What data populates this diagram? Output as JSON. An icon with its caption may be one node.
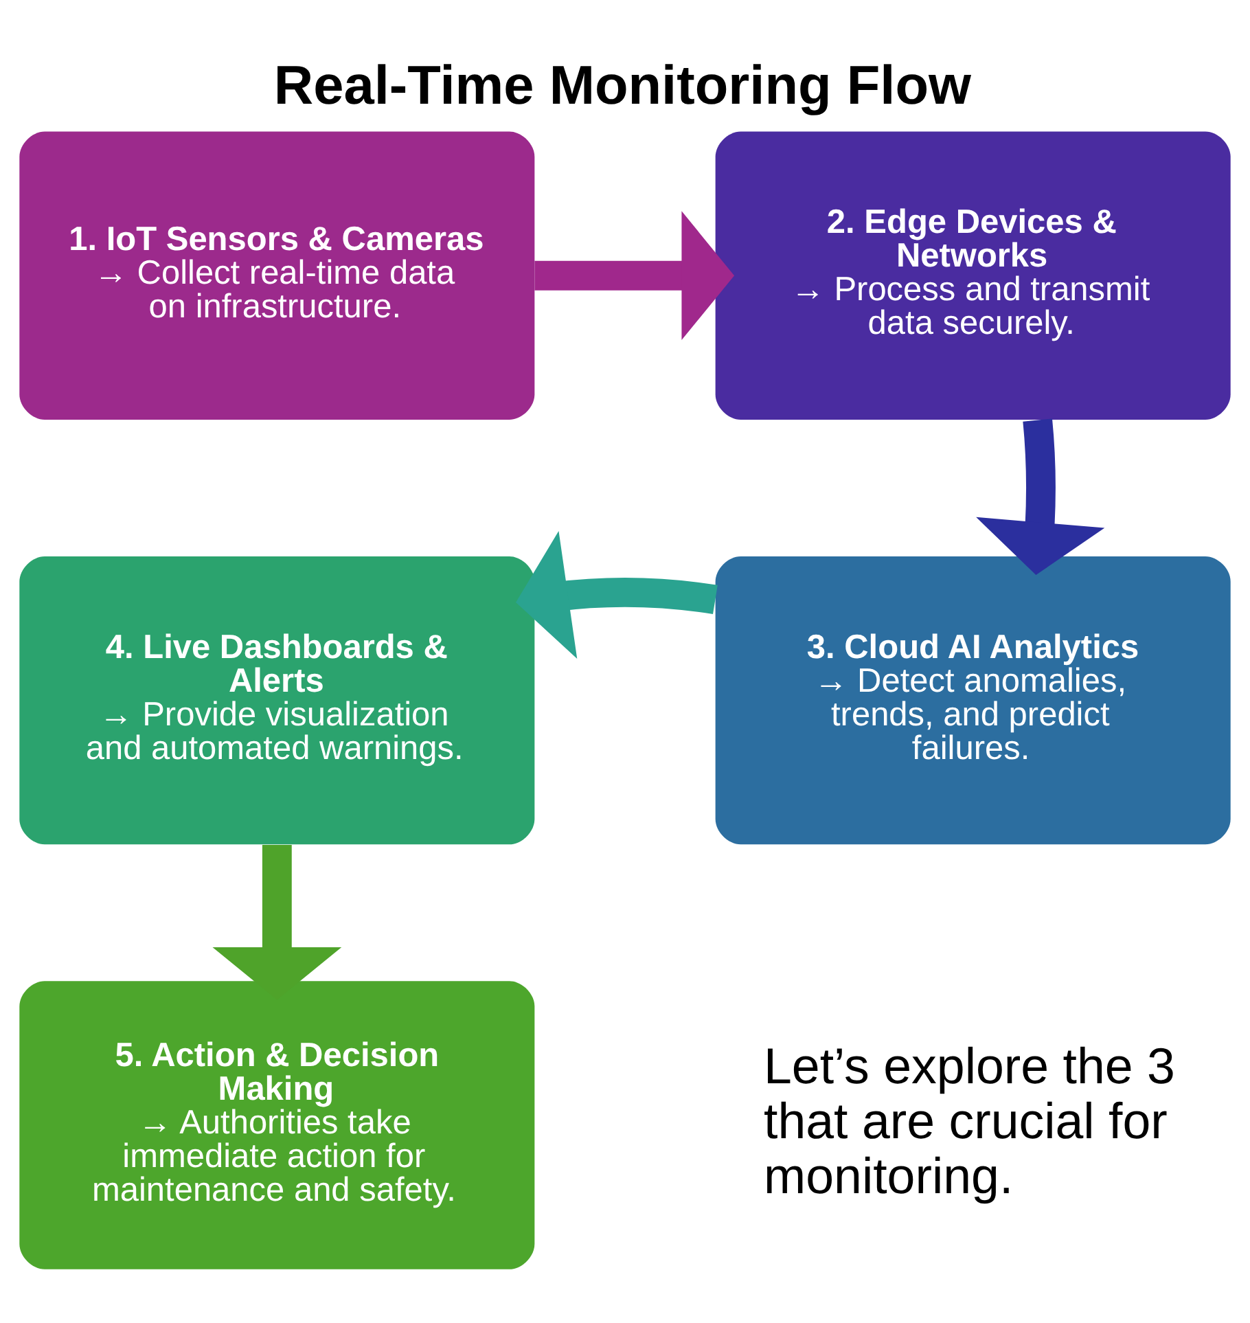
{
  "diagram": {
    "title": "Real-Time Monitoring Flow",
    "nodes": [
      {
        "text": [
          "1. IoT Sensors & Cameras",
          "→ Collect real-time data on infrastructure."
        ]
      },
      {
        "text": [
          "2. Edge Devices & Networks",
          "→ Process and transmit data securely."
        ]
      },
      {
        "text": [
          "3. Cloud AI Analytics",
          "→ Detect anomalies, trends, and predict failures."
        ]
      },
      {
        "text": [
          "4. Live Dashboards & Alerts",
          "→ Provide visualization and automated warnings."
        ]
      },
      {
        "text": [
          "5. Action & Decision Making",
          "→ Authorities take immediate action for maintenance and safety."
        ]
      }
    ],
    "edges": [
      {
        "from": 0,
        "to": 1,
        "arrow": "to",
        "color": "#a0288c"
      },
      {
        "from": 1,
        "to": 2,
        "arrow": "to",
        "color": "#2b2f9e"
      },
      {
        "from": 2,
        "to": 3,
        "arrow": "to",
        "color": "#2aa390"
      },
      {
        "from": 3,
        "to": 4,
        "arrow": "to",
        "color": "#4fa32a"
      }
    ],
    "labels": [
      "Let’s explore the 3 that are crucial for monitoring."
    ]
  }
}
